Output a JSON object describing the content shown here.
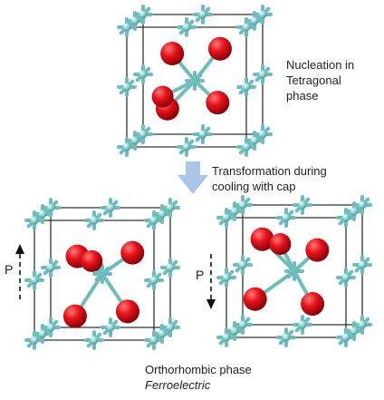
{
  "labels": {
    "nucleation_line1": "Nucleation in",
    "nucleation_line2": "Tetragonal",
    "nucleation_line3": "phase",
    "transformation_line1": "Transformation during",
    "transformation_line2": "cooling with cap",
    "polarization_left": "P",
    "polarization_right": "P",
    "result_line1": "Orthorhombic phase",
    "result_line2": "Ferroelectric"
  },
  "colors": {
    "oxygen": "#e8141c",
    "metal": "#8fd0d0",
    "bond": "#6fbcbc",
    "cell_edge": "#333333",
    "arrow": "#a9c6e8"
  },
  "polarization_directions": [
    "up",
    "down"
  ]
}
